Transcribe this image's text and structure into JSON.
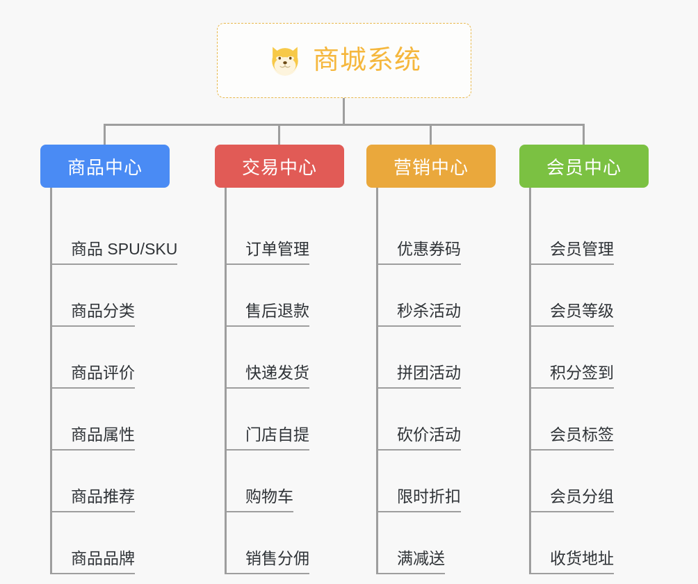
{
  "page": {
    "background_color": "#f8f8f8",
    "type": "mindmap"
  },
  "root": {
    "title": "商城系统",
    "icon": "shiba-dog-face-icon",
    "border_color": "#e8b84b",
    "text_color": "#f5b73d",
    "background_color": "#fdfdfc"
  },
  "connector": {
    "color": "#9e9e9e"
  },
  "branches": [
    {
      "label": "商品中心",
      "color": "#4a8bf4",
      "leaves": [
        {
          "label": "商品 SPU/SKU"
        },
        {
          "label": "商品分类"
        },
        {
          "label": "商品评价"
        },
        {
          "label": "商品属性"
        },
        {
          "label": "商品推荐"
        },
        {
          "label": "商品品牌"
        }
      ]
    },
    {
      "label": "交易中心",
      "color": "#e15b56",
      "leaves": [
        {
          "label": "订单管理"
        },
        {
          "label": "售后退款"
        },
        {
          "label": "快递发货"
        },
        {
          "label": "门店自提"
        },
        {
          "label": "购物车"
        },
        {
          "label": "销售分佣"
        }
      ]
    },
    {
      "label": "营销中心",
      "color": "#eaa83c",
      "leaves": [
        {
          "label": "优惠券码"
        },
        {
          "label": "秒杀活动"
        },
        {
          "label": "拼团活动"
        },
        {
          "label": "砍价活动"
        },
        {
          "label": "限时折扣"
        },
        {
          "label": "满减送"
        }
      ]
    },
    {
      "label": "会员中心",
      "color": "#7bc142",
      "leaves": [
        {
          "label": "会员管理"
        },
        {
          "label": "会员等级"
        },
        {
          "label": "积分签到"
        },
        {
          "label": "会员标签"
        },
        {
          "label": "会员分组"
        },
        {
          "label": "收货地址"
        }
      ]
    }
  ]
}
